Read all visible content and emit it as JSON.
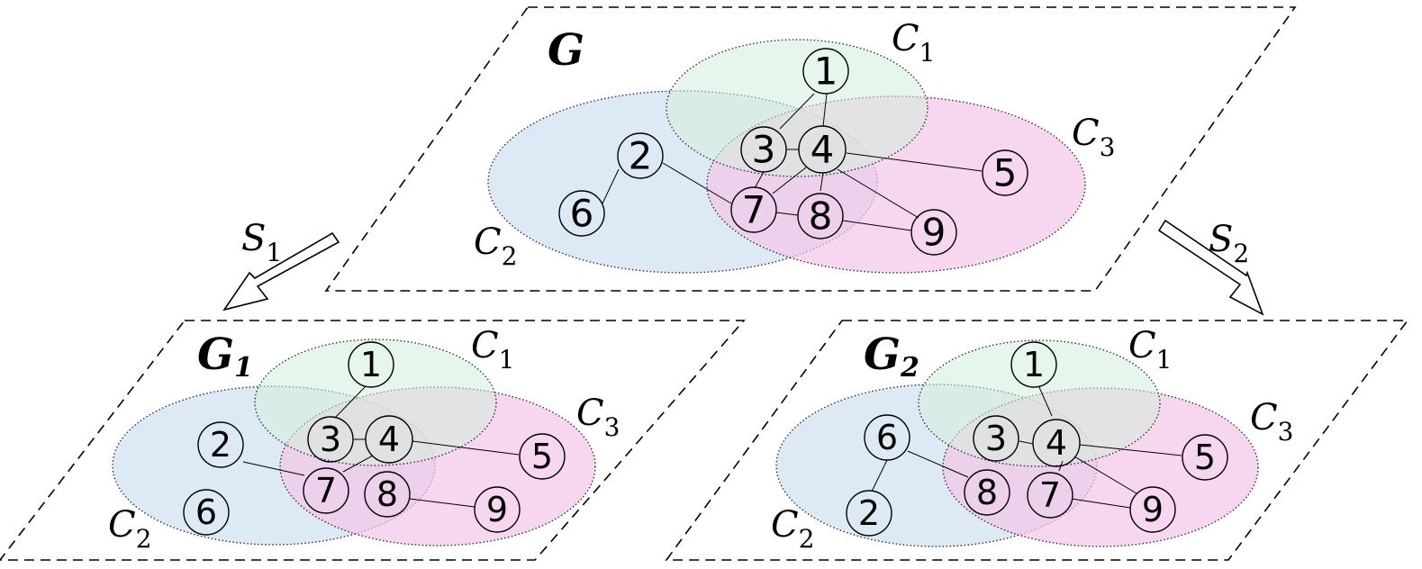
{
  "colors": {
    "C1": "#d4eedd",
    "C2": "#d2e3f2",
    "C3": "#f3c4e8"
  },
  "graph_G": {
    "title": "G",
    "C1": {
      "letter": "C",
      "sub": "1"
    },
    "C2": {
      "letter": "C",
      "sub": "2"
    },
    "C3": {
      "letter": "C",
      "sub": "3"
    },
    "nodes": [
      "1",
      "2",
      "3",
      "4",
      "5",
      "6",
      "7",
      "8",
      "9"
    ]
  },
  "graph_G1": {
    "title": "G",
    "title_sub": "1",
    "C1": {
      "letter": "C",
      "sub": "1"
    },
    "C2": {
      "letter": "C",
      "sub": "2"
    },
    "C3": {
      "letter": "C",
      "sub": "3"
    },
    "nodes": [
      "1",
      "2",
      "3",
      "4",
      "5",
      "6",
      "7",
      "8",
      "9"
    ]
  },
  "graph_G2": {
    "title": "G",
    "title_sub": "2",
    "C1": {
      "letter": "C",
      "sub": "1"
    },
    "C2": {
      "letter": "C",
      "sub": "2"
    },
    "C3": {
      "letter": "C",
      "sub": "3"
    },
    "nodes": [
      "1",
      "6",
      "3",
      "4",
      "5",
      "2",
      "8",
      "7",
      "9"
    ]
  },
  "arrows": {
    "S1": {
      "letter": "S",
      "sub": "1"
    },
    "S2": {
      "letter": "S",
      "sub": "2"
    }
  }
}
